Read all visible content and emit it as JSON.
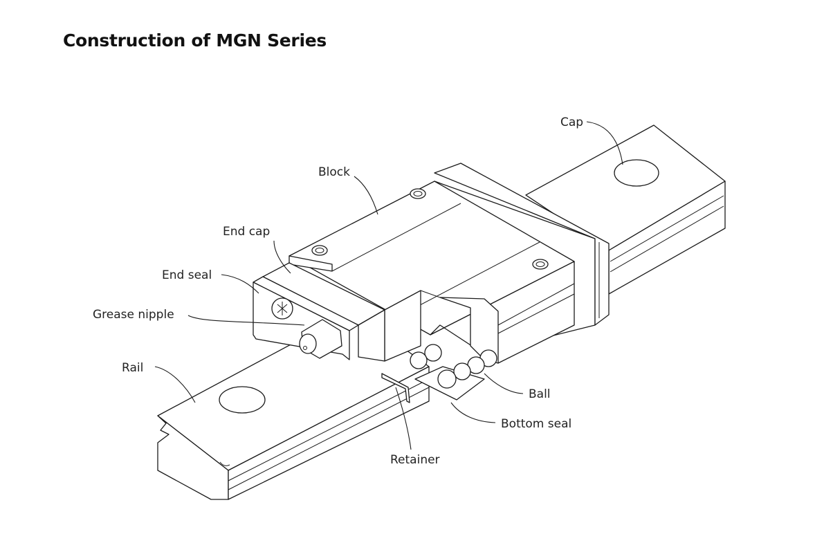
{
  "title": "Construction of MGN Series",
  "labels": {
    "cap": "Cap",
    "block": "Block",
    "end_cap": "End cap",
    "end_seal": "End seal",
    "grease_nipple": "Grease nipple",
    "rail": "Rail",
    "ball": "Ball",
    "bottom_seal": "Bottom seal",
    "retainer": "Retainer"
  },
  "colors": {
    "line": "#1a1a1a",
    "background": "#ffffff",
    "text": "#222222"
  }
}
